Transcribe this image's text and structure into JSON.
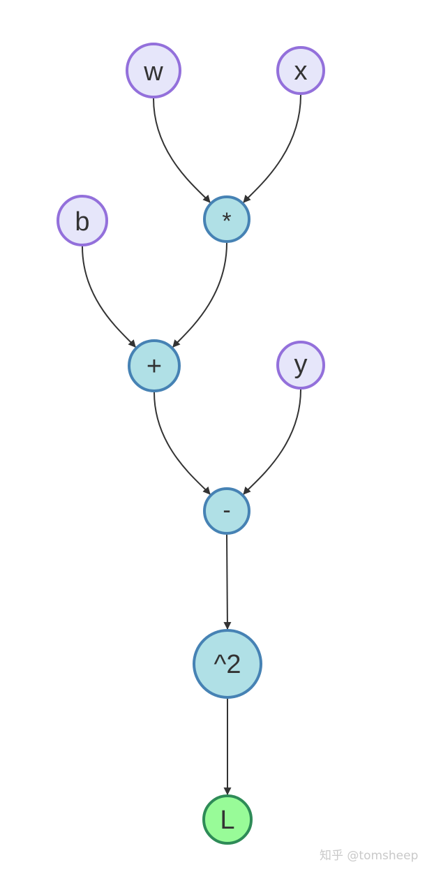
{
  "colors": {
    "input_fill": "#e6e6fa",
    "input_stroke": "#9370db",
    "op_fill": "#b0e0e6",
    "op_stroke": "#4682b4",
    "output_fill": "#98fb98",
    "output_stroke": "#2e8b57",
    "edge": "#333333",
    "text": "#333333"
  },
  "nodes": [
    {
      "id": "w",
      "label": "w",
      "kind": "input"
    },
    {
      "id": "x",
      "label": "x",
      "kind": "input"
    },
    {
      "id": "b",
      "label": "b",
      "kind": "input"
    },
    {
      "id": "mul",
      "label": "*",
      "kind": "op"
    },
    {
      "id": "add",
      "label": "+",
      "kind": "op"
    },
    {
      "id": "y",
      "label": "y",
      "kind": "input"
    },
    {
      "id": "sub",
      "label": "-",
      "kind": "op"
    },
    {
      "id": "sq",
      "label": "^2",
      "kind": "op"
    },
    {
      "id": "L",
      "label": "L",
      "kind": "output"
    }
  ],
  "edges": [
    {
      "from": "w",
      "to": "mul"
    },
    {
      "from": "x",
      "to": "mul"
    },
    {
      "from": "b",
      "to": "add"
    },
    {
      "from": "mul",
      "to": "add"
    },
    {
      "from": "add",
      "to": "sub"
    },
    {
      "from": "y",
      "to": "sub"
    },
    {
      "from": "sub",
      "to": "sq"
    },
    {
      "from": "sq",
      "to": "L"
    }
  ],
  "watermark": "知乎 @tomsheep"
}
